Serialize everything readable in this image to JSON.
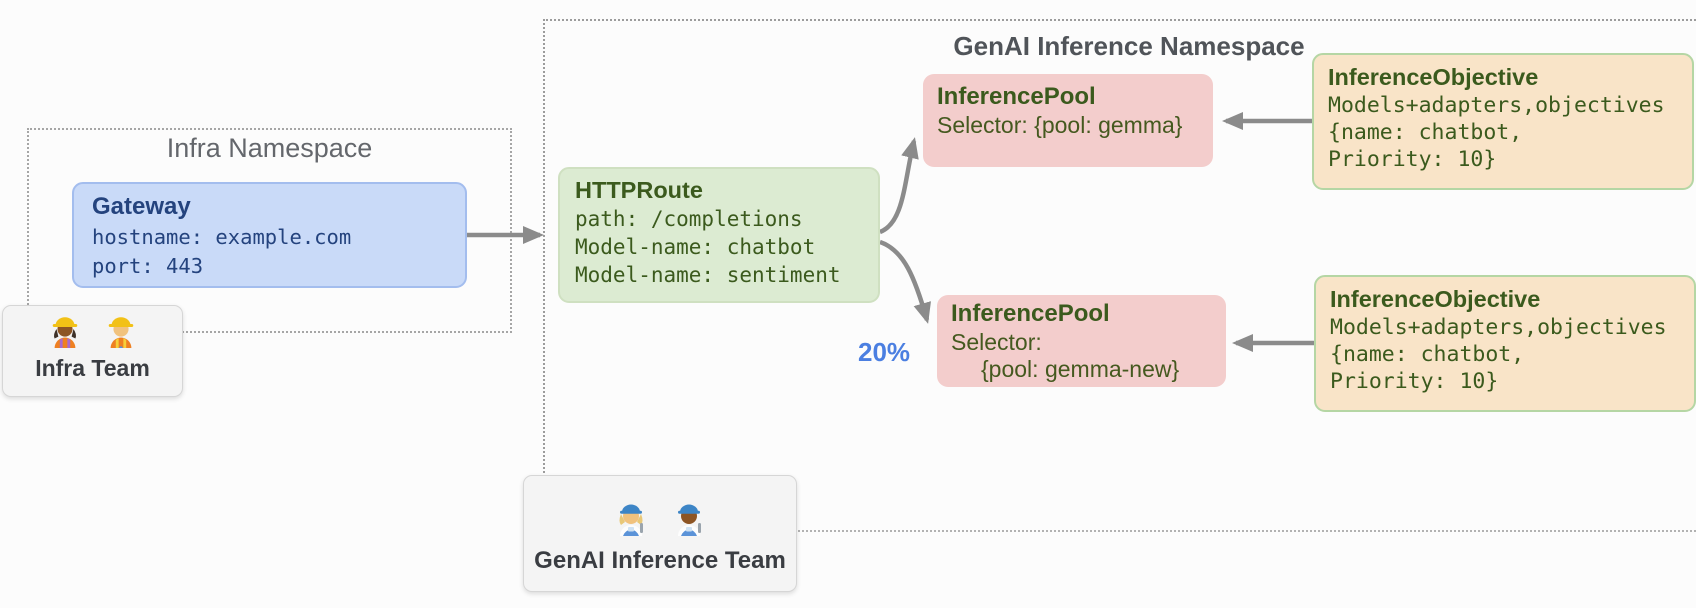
{
  "diagram": {
    "namespaces": {
      "infra": {
        "title": "Infra Namespace"
      },
      "genai": {
        "title": "GenAI Inference Namespace"
      }
    },
    "nodes": {
      "gateway": {
        "title": "Gateway",
        "lines": [
          "hostname: example.com",
          "port: 443"
        ]
      },
      "httproute": {
        "title": "HTTPRoute",
        "lines": [
          "path: /completions",
          "Model-name: chatbot",
          "Model-name: sentiment"
        ]
      },
      "pool_gemma": {
        "title": "InferencePool",
        "lines": [
          "Selector: {pool: gemma}"
        ]
      },
      "pool_gemma_new": {
        "title": "InferencePool",
        "lines": [
          "Selector:",
          "{pool: gemma-new}"
        ]
      },
      "objective_top": {
        "title": "InferenceObjective",
        "lines": [
          "Models+adapters,objectives",
          "{name: chatbot,",
          "Priority: 10}"
        ]
      },
      "objective_bottom": {
        "title": "InferenceObjective",
        "lines": [
          "Models+adapters,objectives",
          "{name: chatbot,",
          "Priority: 10}"
        ]
      }
    },
    "teams": {
      "infra": {
        "label": "Infra Team",
        "icons": [
          "construction-worker-woman-icon",
          "construction-worker-man-icon"
        ]
      },
      "genai": {
        "label": "GenAI Inference Team",
        "icons": [
          "mechanic-worker-light-icon",
          "mechanic-worker-dark-icon"
        ]
      }
    },
    "annotations": {
      "traffic_split": "20%"
    },
    "colors": {
      "gateway_fill": "#c9daf8",
      "gateway_border": "#a3bdee",
      "gateway_text": "#24437e",
      "httproute_fill": "#dcebd2",
      "inference_pool_fill": "#f3cdcc",
      "inference_objective_fill": "#f9e4c8",
      "inference_objective_border": "#b5d6a4",
      "dark_green_text": "#3b5a1d",
      "namespace_border": "#a6a6a6",
      "team_card_fill": "#f4f4f4",
      "arrow": "#8b8b8b",
      "traffic_split_text": "#4b7fe1"
    }
  }
}
